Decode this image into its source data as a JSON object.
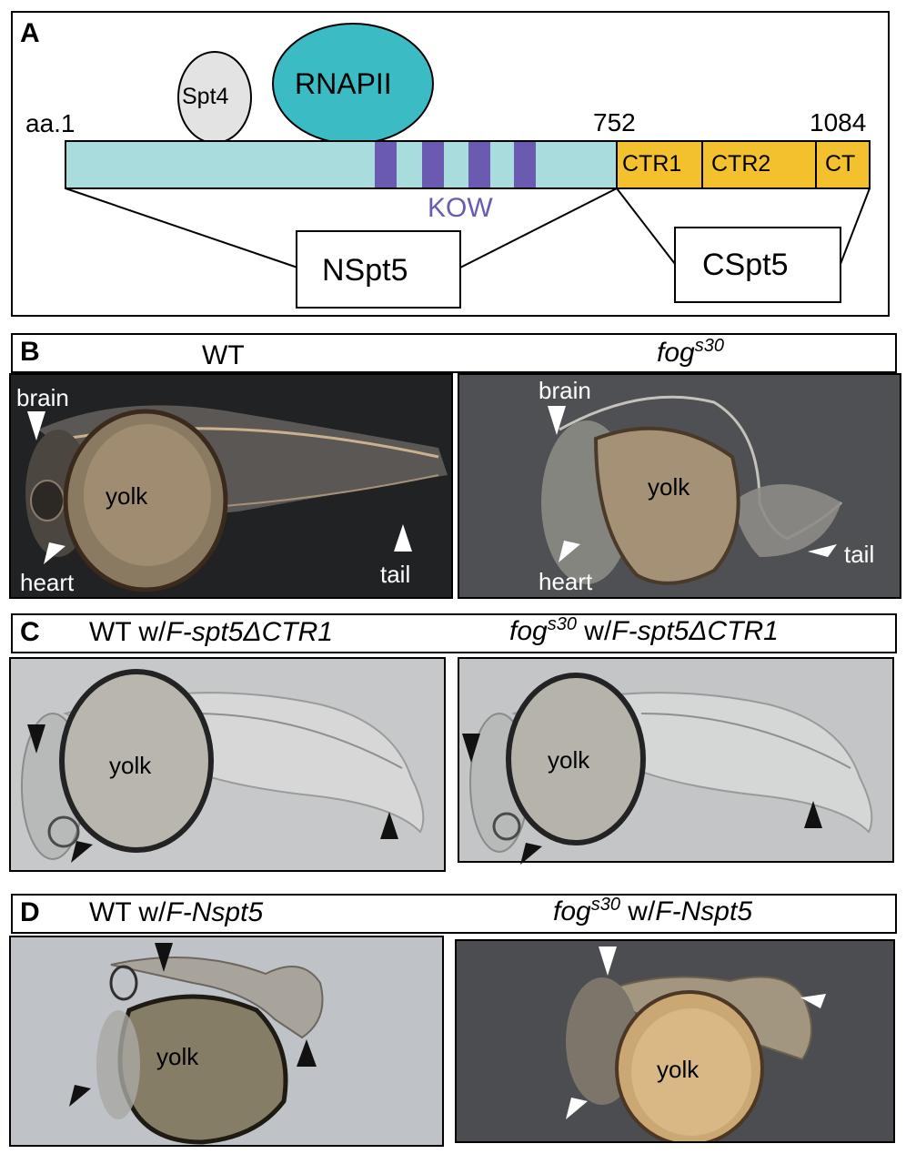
{
  "panel_a": {
    "letter": "A",
    "spt4": "Spt4",
    "rnapii": "RNAPII",
    "aa_start": "aa.1",
    "aa_mid": "752",
    "aa_end": "1084",
    "ctr1": "CTR1",
    "ctr2": "CTR2",
    "ct": "CT",
    "kow": "KOW",
    "nspt5": "NSpt5",
    "cspt5": "CSpt5",
    "colors": {
      "nterm": "#a9dcdc",
      "cterm": "#f4c12e",
      "kow": "#6a5bb0",
      "rnapii": "#3bbcc4",
      "spt4": "#e3e3e3"
    }
  },
  "panel_b": {
    "letter": "B",
    "left_title": "WT",
    "right_title_main": "fog",
    "right_title_sup": "s30",
    "left_labels": {
      "brain": "brain",
      "yolk": "yolk",
      "heart": "heart",
      "tail": "tail"
    },
    "right_labels": {
      "brain": "brain",
      "yolk": "yolk",
      "heart": "heart",
      "tail": "tail"
    }
  },
  "panel_c": {
    "letter": "C",
    "left_prefix": "WT w/",
    "left_construct": "F-spt5ΔCTR1",
    "right_main": "fog",
    "right_sup": "s30",
    "right_mid": " w/",
    "right_construct": "F-spt5ΔCTR1",
    "left_yolk": "yolk",
    "right_yolk": "yolk"
  },
  "panel_d": {
    "letter": "D",
    "left_prefix": "WT w/",
    "left_construct": "F-Nspt5",
    "right_main": "fog",
    "right_sup": "s30",
    "right_mid": " w/",
    "right_construct": "F-Nspt5",
    "left_yolk": "yolk",
    "right_yolk": "yolk"
  }
}
